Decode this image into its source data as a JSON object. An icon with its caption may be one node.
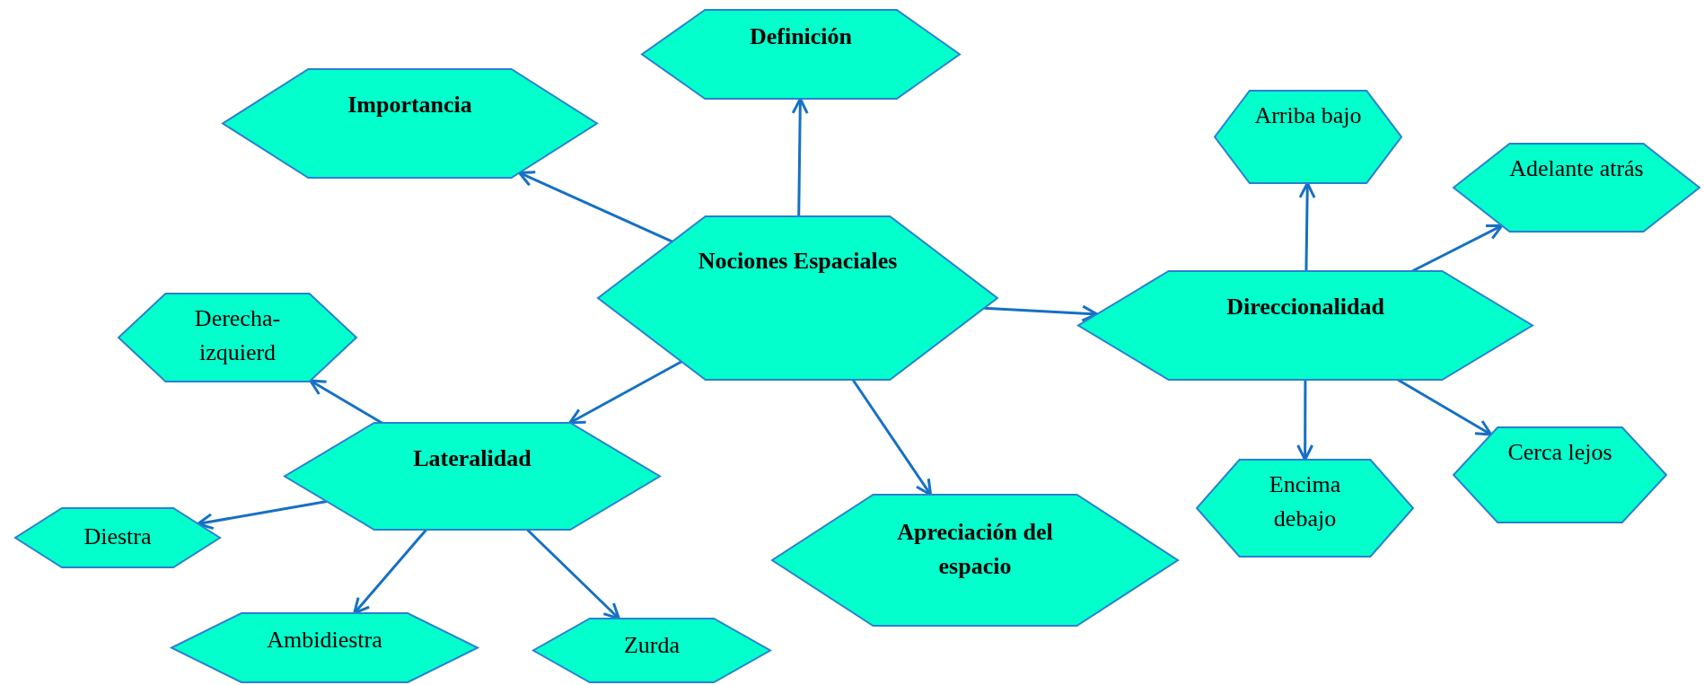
{
  "diagram": {
    "nodes": [
      {
        "text": [
          "Nociones Espaciales"
        ]
      },
      {
        "text": [
          "Definición"
        ]
      },
      {
        "text": [
          "Importancia"
        ]
      },
      {
        "text": [
          "Direccionalidad"
        ]
      },
      {
        "text": [
          "Arriba bajo"
        ]
      },
      {
        "text": [
          "Adelante atrás"
        ]
      },
      {
        "text": [
          "Encima debajo"
        ]
      },
      {
        "text": [
          "Cerca lejos"
        ]
      },
      {
        "text": [
          "Apreciación del espacio"
        ]
      },
      {
        "text": [
          "Lateralidad"
        ]
      },
      {
        "text": [
          "Derecha- izquierd"
        ]
      },
      {
        "text": [
          "Diestra"
        ]
      },
      {
        "text": [
          "Ambidiestra"
        ]
      },
      {
        "text": [
          "Zurda"
        ]
      }
    ],
    "edges": [
      {
        "from": 0,
        "to": 1,
        "arrow": "to"
      },
      {
        "from": 0,
        "to": 2,
        "arrow": "to"
      },
      {
        "from": 0,
        "to": 3,
        "arrow": "to"
      },
      {
        "from": 0,
        "to": 8,
        "arrow": "to"
      },
      {
        "from": 0,
        "to": 9,
        "arrow": "to"
      },
      {
        "from": 3,
        "to": 4,
        "arrow": "to"
      },
      {
        "from": 3,
        "to": 5,
        "arrow": "to"
      },
      {
        "from": 3,
        "to": 6,
        "arrow": "to"
      },
      {
        "from": 3,
        "to": 7,
        "arrow": "to"
      },
      {
        "from": 9,
        "to": 10,
        "arrow": "to"
      },
      {
        "from": 9,
        "to": 11,
        "arrow": "to"
      },
      {
        "from": 9,
        "to": 12,
        "arrow": "to"
      },
      {
        "from": 9,
        "to": 13,
        "arrow": "to"
      }
    ]
  }
}
